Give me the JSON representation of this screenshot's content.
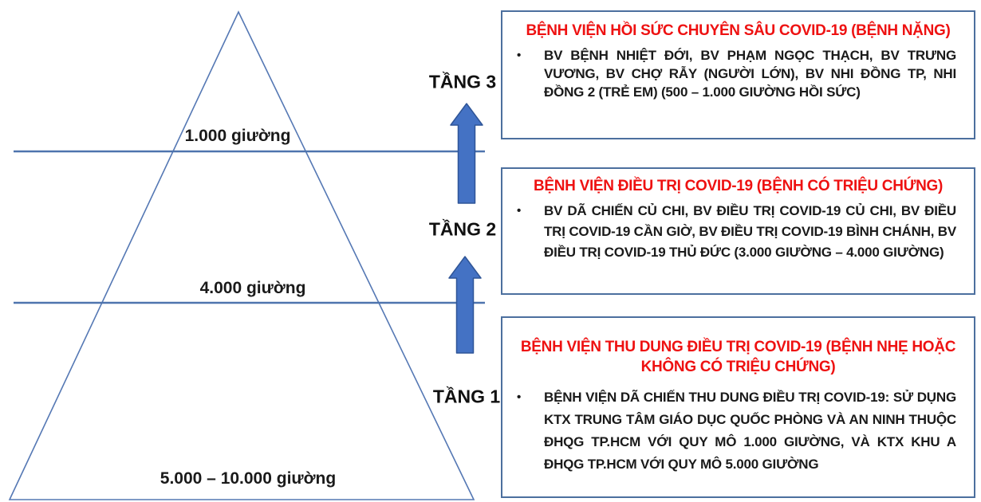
{
  "colors": {
    "triangle_outline": "#5578B4",
    "divider_line": "#4E74AE",
    "arrow_fill": "#4472C4",
    "arrow_border": "#2F5597",
    "box_border": "#4C6F9E",
    "title_red": "#EE1111",
    "text_black": "#1A1A1A"
  },
  "bullet_char": "•",
  "pyramid": {
    "bed_labels": {
      "tier3": "1.000 giường",
      "tier2": "4.000 giường",
      "tier1": "5.000 – 10.000 giường"
    },
    "tier_labels": {
      "tier3": "TẦNG 3",
      "tier2": "TẦNG 2",
      "tier1": "TẦNG 1"
    }
  },
  "boxes": [
    {
      "title": "BỆNH VIỆN HỒI SỨC CHUYÊN SÂU COVID-19 (BỆNH NẶNG)",
      "bullet": "BV BỆNH NHIỆT ĐỚI, BV PHẠM NGỌC THẠCH, BV TRƯNG VƯƠNG, BV CHỢ RẪY (NGƯỜI LỚN), BV NHI ĐỒNG TP, NHI ĐỒNG 2 (TRẺ EM) (500 – 1.000 GIƯỜNG HỒI SỨC)"
    },
    {
      "title": "BỆNH VIỆN ĐIỀU TRỊ COVID-19 (BỆNH CÓ TRIỆU CHỨNG)",
      "bullet": "BV DÃ CHIẾN CỦ CHI, BV ĐIỀU TRỊ COVID-19 CỦ CHI, BV ĐIỀU TRỊ COVID-19 CẦN GIỜ, BV ĐIỀU TRỊ COVID-19 BÌNH CHÁNH, BV ĐIỀU TRỊ COVID-19 THỦ ĐỨC (3.000 GIƯỜNG – 4.000 GIƯỜNG)"
    },
    {
      "title": "BỆNH VIỆN THU DUNG ĐIỀU TRỊ COVID-19 (BỆNH NHẸ HOẶC KHÔNG CÓ TRIỆU CHỨNG)",
      "bullet": "BỆNH VIỆN DÃ CHIẾN THU DUNG ĐIỀU TRỊ COVID-19: SỬ DỤNG KTX TRUNG TÂM GIÁO DỤC QUỐC PHÒNG VÀ AN NINH THUỘC ĐHQG TP.HCM VỚI QUY MÔ 1.000 GIƯỜNG, VÀ KTX KHU A ĐHQG TP.HCM VỚI QUY MÔ 5.000 GIƯỜNG"
    }
  ]
}
